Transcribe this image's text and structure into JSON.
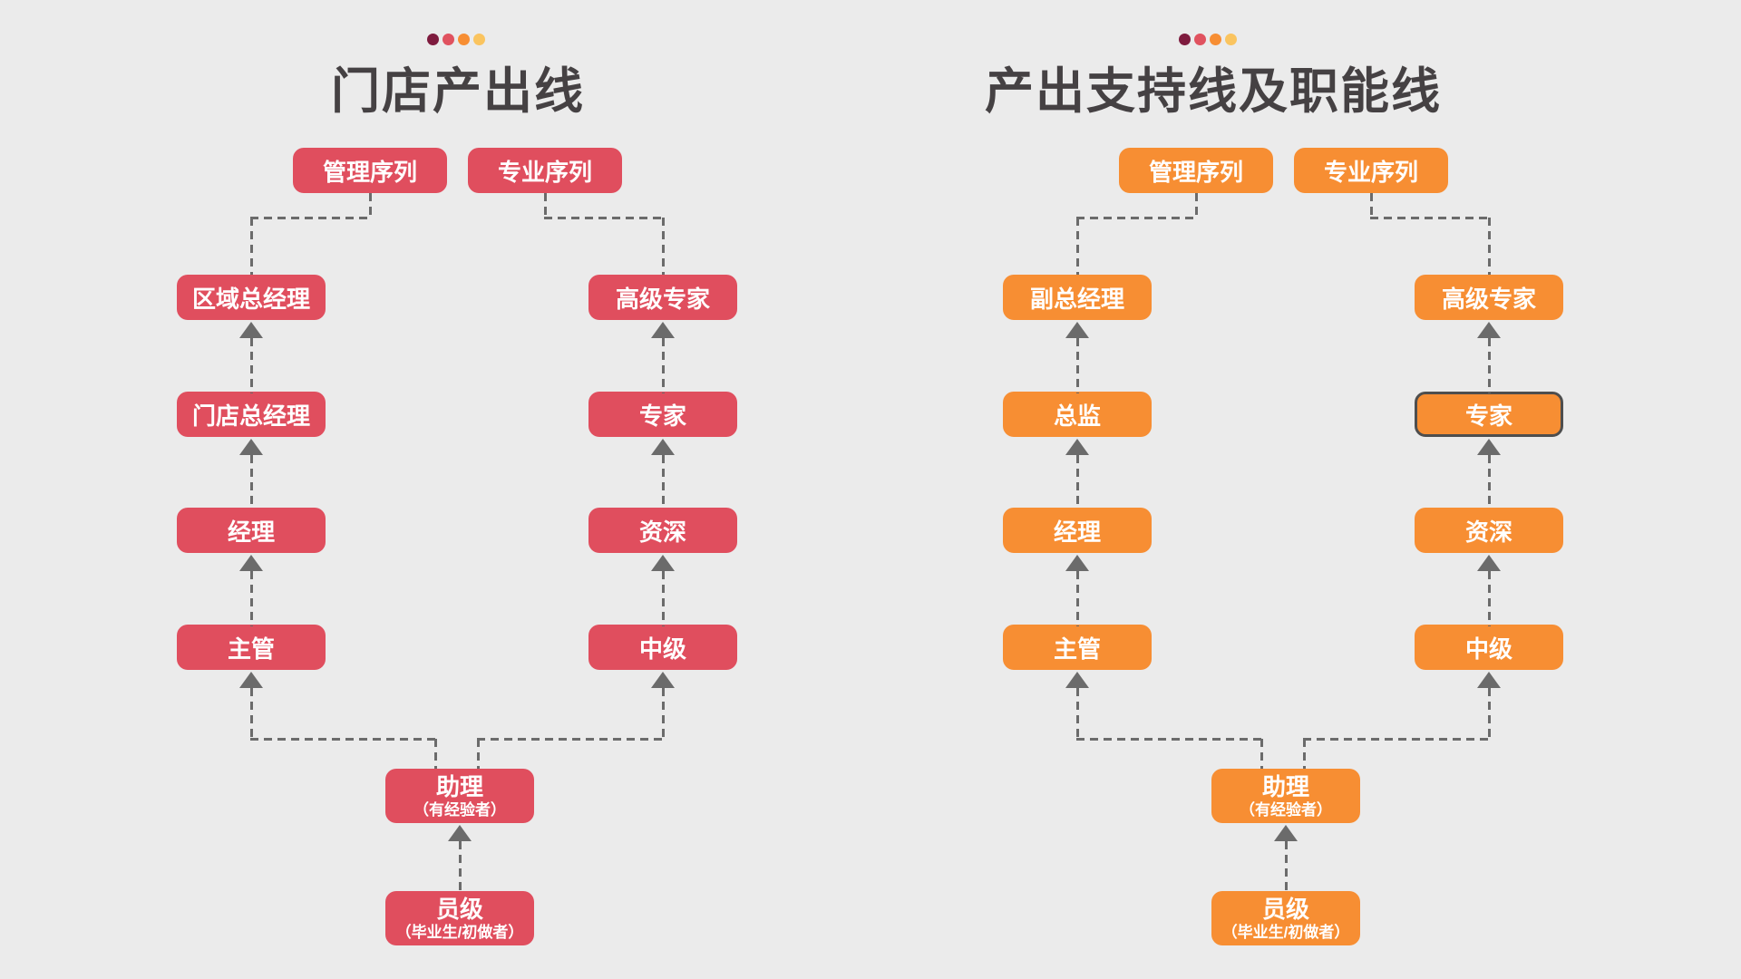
{
  "page": {
    "background": "#EBEBEB"
  },
  "decor_dots": [
    "#7E1B3E",
    "#E0525F",
    "#F78E33",
    "#FAC45F"
  ],
  "colors": {
    "title_text": "#454143",
    "connector": "#6B6B6B",
    "box_text": "#FFFFFF",
    "highlight_border": "#4E4E4E"
  },
  "charts": [
    {
      "title": "门店产出线",
      "accent": "#E04E5E",
      "headers": [
        "管理序列",
        "专业序列"
      ],
      "management_track": [
        "区域总经理",
        "门店总经理",
        "经理",
        "主管"
      ],
      "professional_track": [
        "高级专家",
        "专家",
        "资深",
        "中级"
      ],
      "shared_levels": [
        {
          "label": "助理",
          "sublabel": "（有经验者）"
        },
        {
          "label": "员级",
          "sublabel": "（毕业生/初做者）"
        }
      ],
      "highlighted_box": ""
    },
    {
      "title": "产出支持线及职能线",
      "accent": "#F78E33",
      "headers": [
        "管理序列",
        "专业序列"
      ],
      "management_track": [
        "副总经理",
        "总监",
        "经理",
        "主管"
      ],
      "professional_track": [
        "高级专家",
        "专家",
        "资深",
        "中级"
      ],
      "shared_levels": [
        {
          "label": "助理",
          "sublabel": "（有经验者）"
        },
        {
          "label": "员级",
          "sublabel": "（毕业生/初做者）"
        }
      ],
      "highlighted_box": "专家"
    }
  ]
}
